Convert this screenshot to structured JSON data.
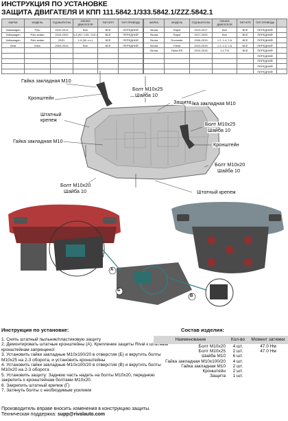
{
  "header": {
    "line1": "ИНСТРУКЦИЯ ПО УСТАНОВКЕ",
    "line2": "ЗАЩИТА ДВИГАТЕЛЯ И КПП 111.5842.1/333.5842.1/ZZZ.5842.1"
  },
  "compat_left": {
    "headers": [
      "МАРКА",
      "МОДЕЛЬ",
      "ГОД ВЫПУСКА",
      "ОБЪЕМ ДВИГАТЕЛЯ",
      "ТИП КПП",
      "ТИП ПРИВОДА"
    ],
    "rows": [
      [
        "Volkswagen",
        "Polo",
        "2010-2014",
        "Все",
        "ВСЕ",
        "ПЕРЕДНИЙ"
      ],
      [
        "Volkswagen",
        "Polo sedan",
        "2015-2020",
        "1.6 (90 / 105 / 110 л.с.)",
        "ВСЕ",
        "ПЕРЕДНИЙ"
      ],
      [
        "Volkswagen",
        "Polo sedan",
        "2020-",
        "1.6 (90 л.с.)",
        "ВСЕ",
        "ПЕРЕДНИЙ"
      ],
      [
        "Seat",
        "Ibiza",
        "2009-2014",
        "Все",
        "ВСЕ",
        "ПЕРЕДНИЙ"
      ],
      [
        "",
        "",
        "",
        "",
        "",
        ""
      ],
      [
        "",
        "",
        "",
        "",
        "",
        ""
      ],
      [
        "",
        "",
        "",
        "",
        "",
        ""
      ],
      [
        "",
        "",
        "",
        "",
        "",
        ""
      ],
      [
        "",
        "",
        "",
        "",
        "",
        ""
      ]
    ]
  },
  "compat_right": {
    "headers": [
      "МАРКА",
      "МОДЕЛЬ",
      "ГОД ВЫПУСКА",
      "ОБЪЕМ ДВИГАТЕЛЯ",
      "ТИП КПП",
      "ТИП ПРИВОДА",
      ""
    ],
    "rows": [
      [
        "Skoda",
        "Rapid",
        "2013-2017",
        "Все",
        "ВСЕ",
        "ПЕРЕДНИЙ",
        ""
      ],
      [
        "Skoda",
        "Rapid",
        "2017-2020",
        "Все",
        "ВСЕ",
        "ПЕРЕДНИЙ",
        ""
      ],
      [
        "Skoda",
        "Roomster",
        "2006-2015",
        "1.2; 1.4; 1.6",
        "ВСЕ",
        "ПЕРЕДНИЙ",
        ""
      ],
      [
        "Skoda",
        "Fabia",
        "2010-2015",
        "1.2; 1.4; 1.6",
        "ВСЕ",
        "ПЕРЕДНИЙ",
        ""
      ],
      [
        "Skoda",
        "Fabia RS",
        "2010-2015",
        "1.4 TSI",
        "ВСЕ",
        "ПЕРЕДНИЙ",
        ""
      ],
      [
        "",
        "",
        "",
        "",
        "",
        "ПЕРЕДНИЙ",
        ""
      ],
      [
        "",
        "",
        "",
        "",
        "",
        "ПЕРЕДНИЙ",
        ""
      ],
      [
        "",
        "",
        "",
        "",
        "",
        "ПЕРЕДНИЙ",
        ""
      ],
      [
        "",
        "",
        "",
        "",
        "",
        "ПЕРЕДНИЙ",
        ""
      ]
    ]
  },
  "diagram_labels": {
    "nut_top_left": "Гайка закладная М10",
    "bolt_top": "Болт М10х25",
    "washer_top": "Шайба 10",
    "bracket_left": "Кронштейн",
    "nut_top_right": "Гайка закладная М10",
    "guard": "Защита",
    "stock_mount_left": "Штатный крепеж",
    "bolt_right": "Болт М10х25",
    "washer_right": "Шайба 10",
    "nut_left": "Гайка закладная М10",
    "bracket_right": "Кронштейн",
    "bolt_m20_right": "Болт М10х20",
    "washer_m20_right": "Шайба 10",
    "bolt_m20_left": "Болт М10х20",
    "washer_m20_left": "Шайба 10",
    "stock_mount_right": "Штатный крепеж"
  },
  "photo_labels": {
    "a": "A",
    "b": "Б",
    "v": "В"
  },
  "instructions": {
    "title": "Инструкция по установке:",
    "steps": [
      "1. Снять штатный пыльник/пластиковую защиту",
      "2. Демонтировать штатные кронштейны (А). Крепление защиты Rival к штатным кронштейнам запрещено!",
      "3. Установить гайки закладные М10х100/20 в отверстия (Б) и вкрутить болты М10х25 на 2-3 оборота, и установить кронштейны",
      "4. Установить гайки закладные М10х100/20 в отверстия (В) и вкрутить болты М10х20 на 2-3 оборота",
      "5. Установить защиту: Заднюю часть надеть на болты М10х20, переднюю закрепить к кронштейнам болтами М10х20.",
      "6. Закрепить штатный крепеж (Г)",
      "7. Затянуть болты с необходимым усилием"
    ]
  },
  "parts": {
    "title": "Состав изделия:",
    "headers": [
      "Наименование",
      "Кол-во",
      "Момент затяжки"
    ],
    "rows": [
      [
        "Болт М10х20",
        "4 шт.",
        "47.0 Нм"
      ],
      [
        "Болт М10х25",
        "2 шт.",
        "47.0 Нм"
      ],
      [
        "Шайба М10",
        "6 шт.",
        ""
      ],
      [
        "Гайка закладная М10х100/20",
        "4 шт.",
        ""
      ],
      [
        "Гайка закладная М10",
        "2 шт.",
        ""
      ],
      [
        "Кронштейн",
        "2 шт.",
        ""
      ],
      [
        "Защита",
        "1 шт.",
        ""
      ]
    ]
  },
  "footer": {
    "line1": "Производитель вправе вносить изменения в конструкцию защиты.",
    "line2_prefix": "Техническая поддержка: ",
    "line2_email": "supp@rivalauto.com"
  },
  "colors": {
    "header_bg": "#d6d6d6",
    "guard_fill": "#c8c8c8",
    "car_red": "#b33a3a",
    "arrow_teal": "#2e7f86"
  }
}
